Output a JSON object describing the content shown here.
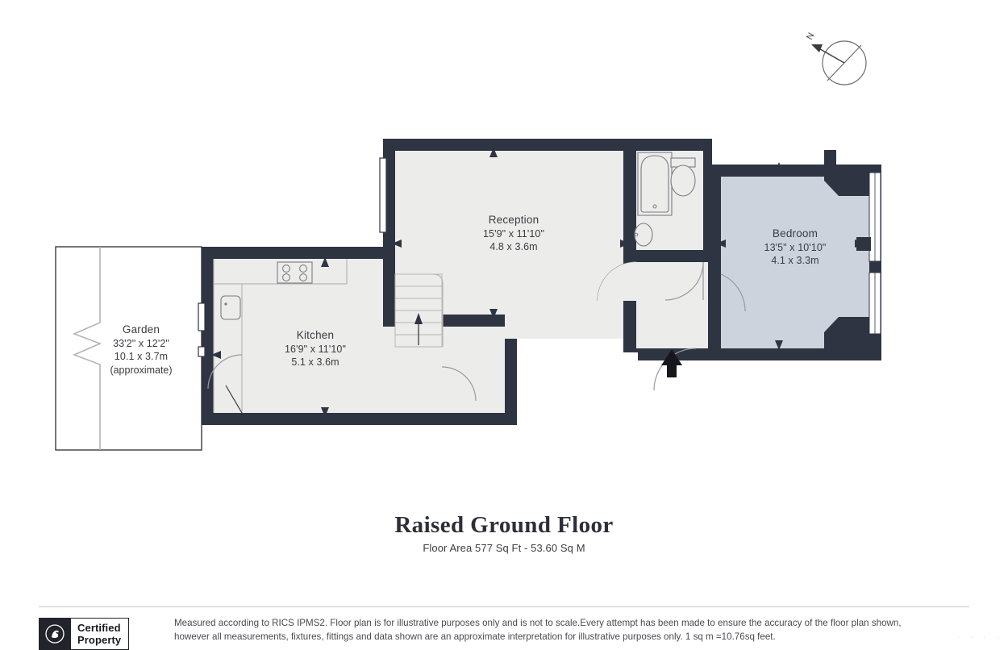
{
  "document": {
    "type": "floor-plan",
    "title": "Raised Ground Floor",
    "area_text": "Floor Area 577 Sq Ft - 53.60 Sq M",
    "watermark": "· · · · · · · ·",
    "corner_ticks": "' ' ' '"
  },
  "colors": {
    "wall": "#2f3442",
    "room_fill": "#ececeb",
    "bedroom_fill": "#ccd3dd",
    "outline": "#9a9aa0",
    "text": "#3b3b42",
    "badge_dark": "#23232b",
    "page_bg": "#ffffff"
  },
  "rooms": [
    {
      "id": "garden",
      "name": "Garden",
      "dim_imperial": "33'2\" x 12'2\"",
      "dim_metric": "10.1 x 3.7m",
      "note": "(approximate)",
      "fill": "#ffffff"
    },
    {
      "id": "kitchen",
      "name": "Kitchen",
      "dim_imperial": "16'9\" x 11'10\"",
      "dim_metric": "5.1 x 3.6m",
      "note": "",
      "fill": "#ececeb"
    },
    {
      "id": "reception",
      "name": "Reception",
      "dim_imperial": "15'9\" x 11'10\"",
      "dim_metric": "4.8 x 3.6m",
      "note": "",
      "fill": "#ececeb"
    },
    {
      "id": "bedroom",
      "name": "Bedroom",
      "dim_imperial": "13'5\" x 10'10\"",
      "dim_metric": "4.1 x 3.3m",
      "note": "",
      "fill": "#ccd3dd"
    }
  ],
  "fixtures": [
    {
      "id": "bathtub",
      "icon": "bathtub-icon"
    },
    {
      "id": "toilet",
      "icon": "toilet-icon"
    },
    {
      "id": "washbasin",
      "icon": "washbasin-icon"
    },
    {
      "id": "kitchen-sink",
      "icon": "sink-icon"
    },
    {
      "id": "hob",
      "icon": "hob-icon"
    },
    {
      "id": "staircase",
      "icon": "staircase-icon"
    }
  ],
  "compass": {
    "label": "N"
  },
  "badge": {
    "line1": "Certified",
    "line2": "Property",
    "emblem": "lion-emblem-icon"
  },
  "disclaimer": {
    "text": "Measured according to RICS IPMS2. Floor plan is for illustrative purposes only and is not to scale.Every attempt has been made to ensure the accuracy of the floor plan shown, however all measurements, fixtures, fittings and data shown are an approximate interpretation for illustrative purposes only. 1 sq m =10.76sq feet."
  }
}
